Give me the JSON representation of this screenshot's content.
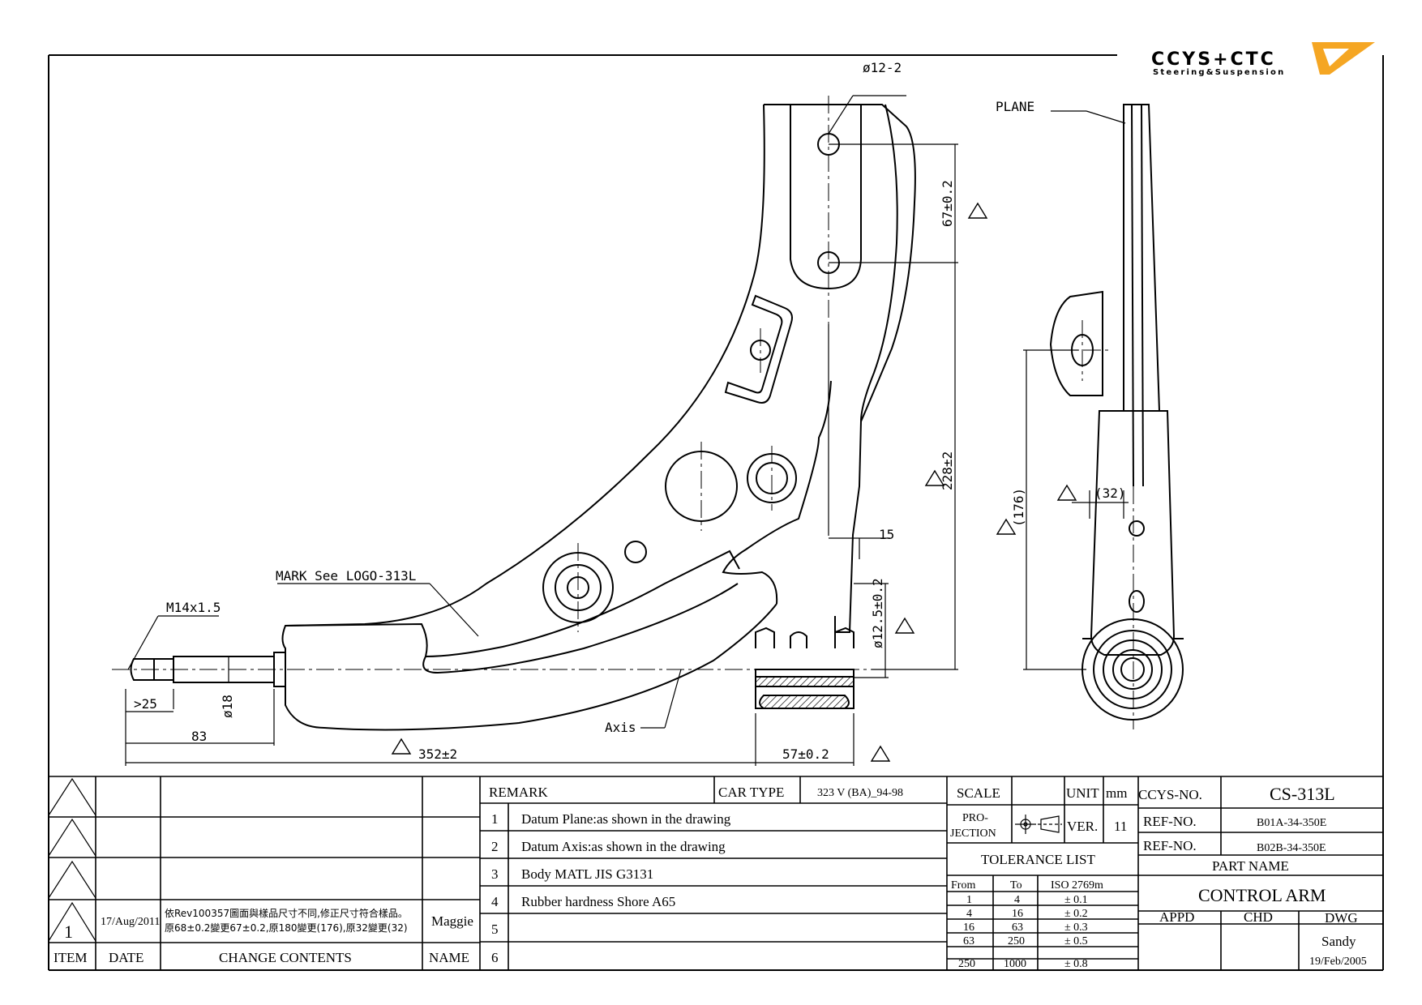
{
  "logo": {
    "name": "CCYS+CTC",
    "tagline": "Steering&Suspension"
  },
  "labels": {
    "hole_dia": "ø12-2",
    "plane": "PLANE",
    "mark_note": "MARK See LOGO-313L",
    "thread": "M14x1.5",
    "axis": "Axis",
    "dim_67": "67±0.2",
    "dim_228": "228±2",
    "dim_15": "15",
    "dim_125": "ø12.5±0.2",
    "dim_176": "(176)",
    "dim_32": "(32)",
    "dim_25": ">25",
    "dim_18": "ø18",
    "dim_83": "83",
    "dim_352": "352±2",
    "dim_57": "57±0.2"
  },
  "title_block": {
    "remark_label": "REMARK",
    "car_type_label": "CAR TYPE",
    "car_type": "323 V (BA)_94-98",
    "remarks": [
      {
        "no": "1",
        "text": "Datum Plane:as shown in the drawing"
      },
      {
        "no": "2",
        "text": "Datum Axis:as shown in the drawing"
      },
      {
        "no": "3",
        "text": "Body MATL JIS G3131"
      },
      {
        "no": "4",
        "text": "Rubber hardness Shore A65"
      },
      {
        "no": "5",
        "text": ""
      },
      {
        "no": "6",
        "text": ""
      }
    ],
    "revision": {
      "item": "1",
      "date": "17/Aug/2011",
      "change_line1": "依Rev100357圖面與樣品尺寸不同,修正尺寸符合樣品。",
      "change_line2": "原68±0.2變更67±0.2,原180變更(176),原32變更(32)",
      "name": "Maggie"
    },
    "headers": {
      "item": "ITEM",
      "date": "DATE",
      "change": "CHANGE CONTENTS",
      "name": "NAME"
    },
    "scale_label": "SCALE",
    "unit_label": "UNIT",
    "unit": "mm",
    "projection_label": "PRO-",
    "projection_label2": "JECTION",
    "ver_label": "VER.",
    "ver": "11",
    "tolerance_title": "TOLERANCE LIST",
    "tol_headers": {
      "from": "From",
      "to": "To",
      "iso": "ISO 2769m"
    },
    "tolerances": [
      {
        "from": "1",
        "to": "4",
        "tol": "± 0.1"
      },
      {
        "from": "4",
        "to": "16",
        "tol": "± 0.2"
      },
      {
        "from": "16",
        "to": "63",
        "tol": "± 0.3"
      },
      {
        "from": "63",
        "to": "250",
        "tol": "± 0.5"
      },
      {
        "from": "250",
        "to": "1000",
        "tol": "± 0.8"
      }
    ],
    "ccys_no_label": "CCYS-NO.",
    "ccys_no": "CS-313L",
    "ref_label": "REF-NO.",
    "ref1": "B01A-34-350E",
    "ref2": "B02B-34-350E",
    "part_name_label": "PART NAME",
    "part_name": "CONTROL ARM",
    "appd_label": "APPD",
    "chd_label": "CHD",
    "dwg_label": "DWG",
    "drawn_by": "Sandy",
    "dwg_date": "19/Feb/2005"
  },
  "colors": {
    "ink": "#000000",
    "logo_gray": "#808080",
    "logo_orange": "#f5a623"
  }
}
